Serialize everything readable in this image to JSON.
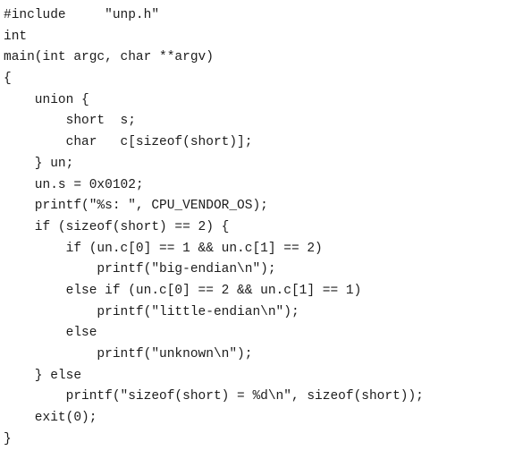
{
  "code": {
    "lines": [
      "#include     \"unp.h\"",
      "int",
      "main(int argc, char **argv)",
      "{",
      "    union {",
      "        short  s;",
      "        char   c[sizeof(short)];",
      "    } un;",
      "    un.s = 0x0102;",
      "    printf(\"%s: \", CPU_VENDOR_OS);",
      "    if (sizeof(short) == 2) {",
      "        if (un.c[0] == 1 && un.c[1] == 2)",
      "            printf(\"big-endian\\n\");",
      "        else if (un.c[0] == 2 && un.c[1] == 1)",
      "            printf(\"little-endian\\n\");",
      "        else",
      "            printf(\"unknown\\n\");",
      "    } else",
      "        printf(\"sizeof(short) = %d\\n\", sizeof(short));",
      "    exit(0);",
      "}"
    ]
  }
}
